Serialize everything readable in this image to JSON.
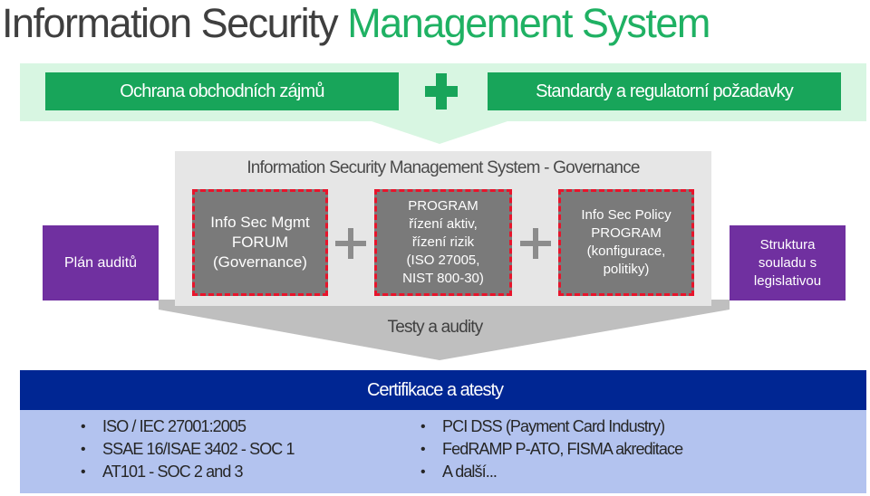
{
  "title": {
    "part1": "Information Security",
    "part2": "Management System"
  },
  "top": {
    "left_box": "Ochrana obchodních zájmů",
    "right_box": "Standardy a regulatorní požadavky"
  },
  "governance": {
    "title": "Information Security Management System - Governance",
    "left_side": "Plán auditů",
    "right_side_lines": [
      "Struktura",
      "souladu s",
      "legislativou"
    ],
    "boxes": [
      {
        "lines": [
          "Info Sec Mgmt",
          "FORUM",
          "(Governance)"
        ]
      },
      {
        "lines": [
          "PROGRAM",
          "řízení aktiv,",
          "řízení  rizik",
          "(ISO 27005,",
          "NIST 800-30)"
        ]
      },
      {
        "lines": [
          "Info Sec Policy",
          "PROGRAM",
          "(konfigurace,",
          "politiky)"
        ]
      }
    ]
  },
  "testy": "Testy a audity",
  "certifikace": {
    "title": "Certifikace a atesty",
    "left_items": [
      "ISO / IEC 27001:2005",
      "SSAE 16/ISAE 3402 - SOC 1",
      "AT101 - SOC 2 and 3"
    ],
    "right_items": [
      "PCI DSS (Payment Card Industry)",
      "FedRAMP P-ATO, FISMA akreditace",
      "A další..."
    ]
  },
  "colors": {
    "green": "#18a55a",
    "title_green": "#1fb163",
    "light_green": "#d8f6e2",
    "purple": "#7030a0",
    "dashed_red": "#e8142b",
    "gray_box": "#7a7a7a",
    "navy": "#002693",
    "light_blue": "#b3c3ef"
  }
}
